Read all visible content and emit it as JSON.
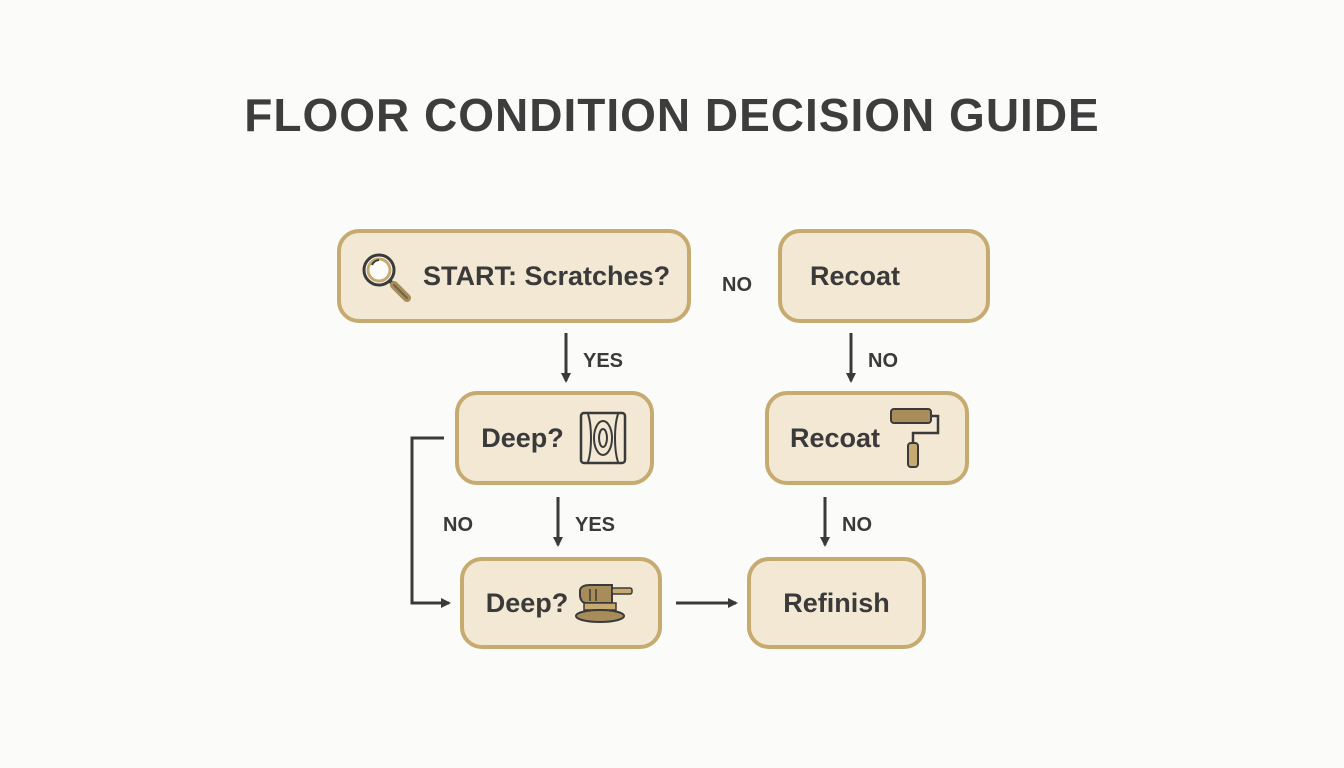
{
  "title": "FLOOR CONDITION DECISION GUIDE",
  "nodes": {
    "start": {
      "label": "START: Scratches?",
      "icon": "magnifying-glass-icon"
    },
    "recoat_top": {
      "label": "Recoat"
    },
    "deep_wood": {
      "label": "Deep?",
      "icon": "wood-grain-icon"
    },
    "recoat_roller": {
      "label": "Recoat",
      "icon": "paint-roller-icon"
    },
    "deep_sander": {
      "label": "Deep?",
      "icon": "floor-sander-icon"
    },
    "refinish": {
      "label": "Refinish"
    }
  },
  "edges": {
    "start_no": "NO",
    "start_yes": "YES",
    "recoat_no": "NO",
    "deep_no": "NO",
    "deep_yes": "YES",
    "roller_no": "NO"
  },
  "colors": {
    "box_fill": "#f2e8d3",
    "box_border": "#c6aa6f",
    "icon_color": "#a88d5a",
    "text": "#3a3a3a",
    "arrow": "#3a3a3a"
  }
}
